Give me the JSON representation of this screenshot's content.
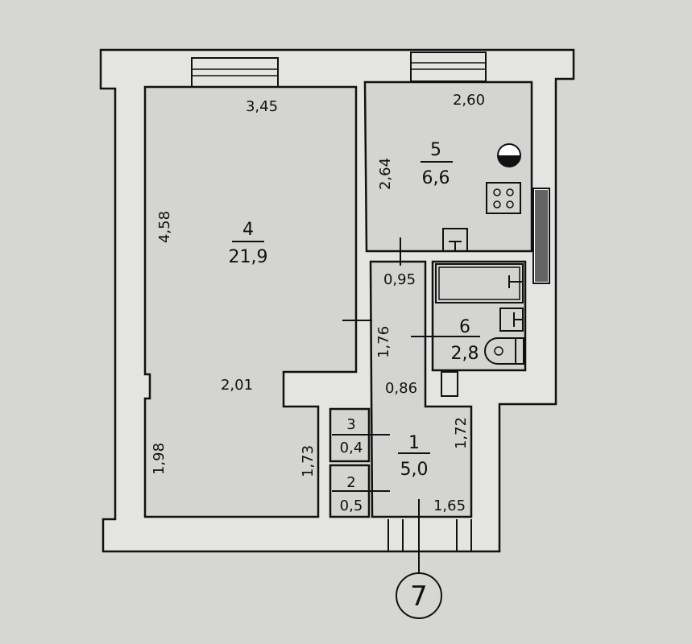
{
  "rooms": [
    {
      "number": "4",
      "area": "21,9"
    },
    {
      "number": "5",
      "area": "6,6"
    },
    {
      "number": "6",
      "area": "2,8"
    },
    {
      "number": "1",
      "area": "5,0"
    },
    {
      "number": "3",
      "area": "0,4"
    },
    {
      "number": "2",
      "area": "0,5"
    }
  ],
  "dimensions": {
    "r4_top": "3,45",
    "r4_left_upper": "4,58",
    "r4_mid": "2,01",
    "r4_left_lower": "1,98",
    "r4_right_lower": "1,73",
    "r5_top": "2,60",
    "r5_left": "2,64",
    "corr_top": "0,95",
    "corr_side": "1,76",
    "corr_mid": "0,86",
    "hall_right": "1,72",
    "hall_bottom": "1,65"
  },
  "apartment_marker": "7"
}
